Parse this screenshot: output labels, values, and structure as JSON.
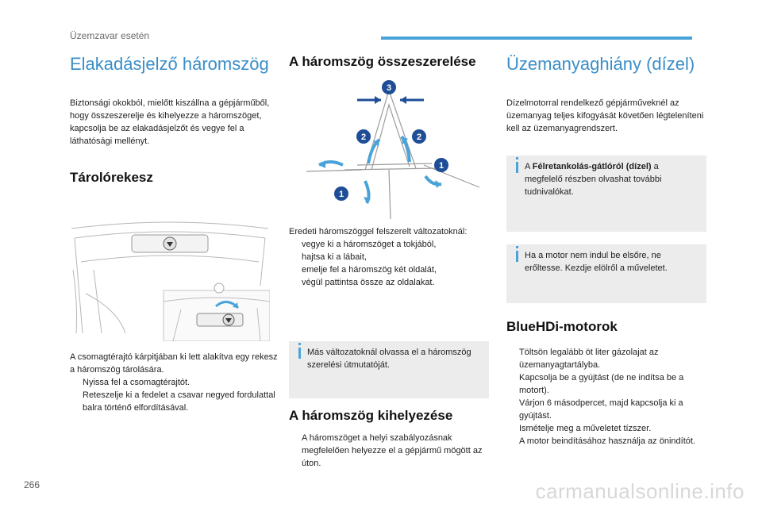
{
  "header": {
    "section": "Üzemzavar esetén"
  },
  "page_number": "266",
  "watermark": "carmanualsonline.info",
  "col1": {
    "title": "Elakadásjelző háromszög",
    "intro": "Biztonsági okokból, mielőtt kiszállna a gépjárműből, hogy összeszerelje és kihelyezze a háromszöget, kapcsolja be az elakadásjelzőt és vegye fel a láthatósági mellényt.",
    "subtitle": "Tárolórekesz",
    "storage_text": "A csomagtérajtó kárpitjában ki lett alakítva egy rekesz a háromszög tárolására.",
    "steps": [
      "Nyissa fel a csomagtérajtót.",
      "Reteszelje ki a fedelet a csavar negyed fordulattal balra történő elfordításával."
    ]
  },
  "col2": {
    "title": "A háromszög összeszerelése",
    "callouts": [
      "3",
      "2",
      "2",
      "1",
      "1"
    ],
    "intro": "Eredeti háromszöggel felszerelt változatoknál:",
    "steps": [
      "vegye ki a háromszöget a tokjából,",
      "hajtsa ki a lábait,",
      "emelje fel a háromszög két oldalát,",
      "végül pattintsa össze az oldalakat."
    ],
    "note": "Más változatoknál olvassa el a háromszög szerelési útmutatóját.",
    "subtitle": "A háromszög kihelyezése",
    "place_steps": [
      "A háromszöget a helyi szabályozásnak megfelelően helyezze el a gépjármű mögött az úton."
    ]
  },
  "col3": {
    "title": "Üzemanyaghiány (dízel)",
    "intro": "Dízelmotorral rendelkező gépjárműveknél az üzemanyag teljes kifogyását követően légteleníteni kell az üzemanyagrendszert.",
    "note1_prefix": "A ",
    "note1_bold": "Félretankolás-gátlóról (dízel)",
    "note1_suffix": " a megfelelő részben olvashat további tudnivalókat.",
    "note2": "Ha a motor nem indul be elsőre, ne erőltesse. Kezdje elölről a műveletet.",
    "subtitle": "BlueHDi-motorok",
    "steps": [
      "Töltsön legalább öt liter gázolajat az üzemanyagtartályba.",
      "Kapcsolja be a gyújtást (de ne indítsa be a motort).",
      "Várjon 6 másodpercet, majd kapcsolja ki a gyújtást.",
      "Ismételje meg a műveletet tízszer.",
      "A motor beindításához használja az önindítót."
    ]
  },
  "bullet_glyph": "",
  "colors": {
    "accent": "#4aa3d8",
    "note_bg": "#ececec",
    "callout": "#1f4e96"
  }
}
